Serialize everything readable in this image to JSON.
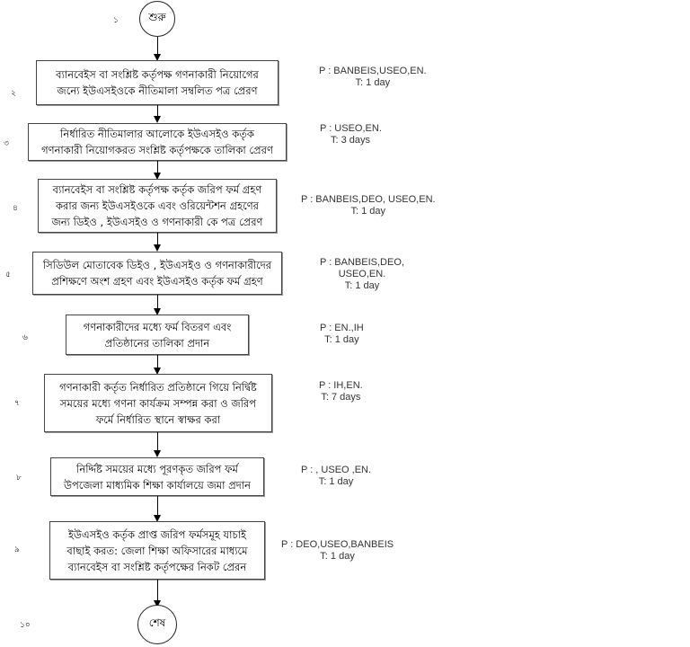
{
  "start": {
    "number": "১",
    "label": "শুরু"
  },
  "end": {
    "number": "১০",
    "label": "শেষ"
  },
  "steps": [
    {
      "number": "২",
      "lines": [
        "ব্যানবেইস বা সংশ্লিষ্ট কর্তৃপক্ষ  গণনাকারী নিয়োগের",
        "জন্যে ইউএসইওকে নীতিমালা সম্বলিত পত্র প্রেরণ"
      ],
      "note": [
        "P : BANBEIS,USEO,EN.",
        "T: 1 day"
      ]
    },
    {
      "number": "৩",
      "lines": [
        "নির্ধারিত  নীতিমালার  আলোকে ইউএসইও কর্তৃক",
        "গণনাকারী নিয়োগকরত সংশ্লিষ্ট কর্তৃপক্ষকে তালিকা প্রেরণ"
      ],
      "note": [
        "P : USEO,EN.",
        "T: 3 days"
      ]
    },
    {
      "number": "৪",
      "lines": [
        "ব্যানবেইস বা সংশ্লিষ্ট কর্তৃপক্ষ কর্তৃক জরিপ ফর্ম গ্রহণ",
        "করার জন্য ইউএসইওকে এবং ওরিয়েন্টশন গ্রহণের",
        "জন্য ডিইও , ইউএসইও ও গণনাকারী কে পত্র প্রেরণ"
      ],
      "note": [
        "P : BANBEIS,DEO, USEO,EN.",
        "T: 1 day"
      ]
    },
    {
      "number": "৫",
      "lines": [
        "সিডিউল মোতাবেক ডিইও , ইউএসইও ও গণনাকারীদের",
        "প্রশিক্ষণে অংশ  গ্রহণ এবং ইউএসইও কর্তৃক ফর্ম গ্রহণ"
      ],
      "note": [
        "P : BANBEIS,DEO,",
        "USEO,EN.",
        "T: 1 day"
      ]
    },
    {
      "number": "৬",
      "lines": [
        "গণনাকারীদের মধ্যে ফর্ম বিতরণ  এবং",
        "প্রতিষ্ঠানের তালিকা প্রদান"
      ],
      "note": [
        "P : EN.,IH",
        "T: 1 day"
      ]
    },
    {
      "number": "৭",
      "lines": [
        "গণনাকারী কর্তৃত নির্ধারিত প্রতিষ্ঠানে গিয়ে নির্দ্বিষ্ট",
        "সময়ের মধ্যে গণনা কার্যক্রম সম্পন্ন করা ও জরিপ",
        "ফর্মে নির্ধারিত স্থানে স্বাক্ষর করা"
      ],
      "note": [
        "P : IH,EN.",
        "T: 7 days"
      ]
    },
    {
      "number": "৮",
      "lines": [
        "নির্দ্দিষ্ট সময়ের মধ্যে পূরণকৃত জরিপ ফর্ম",
        "উপজেলা মাধ্যমিক শিক্ষা কার্যালয়ে জমা প্রদান"
      ],
      "note": [
        "P : , USEO ,EN.",
        "T: 1 day"
      ]
    },
    {
      "number": "৯",
      "lines": [
        "ইউএসইও কর্তৃক প্রাপ্ত জরিপ ফর্মসমূহ  যাচাই",
        "বাছাই করত: জেলা শিক্ষা অফিসারের মাধ্যমে",
        "ব্যানবেইস বা সংশ্লিষ্ট কর্তৃপক্ষের নিকট প্রেরন"
      ],
      "note": [
        "P : DEO,USEO,BANBEIS",
        "T: 1 day"
      ]
    }
  ]
}
